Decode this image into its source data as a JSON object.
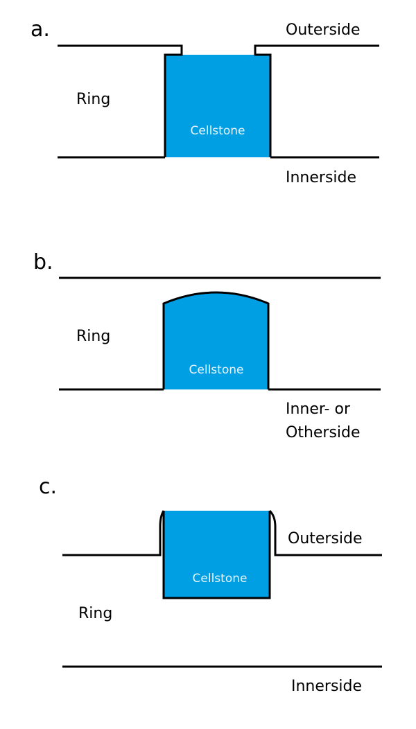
{
  "colors": {
    "cellstone_fill": "#009ee3",
    "line": "#000000",
    "cellstone_text": "#e6f6ff"
  },
  "panels": [
    {
      "id": "a",
      "label": "a.",
      "ring_label": "Ring",
      "cellstone_label": "Cellstone",
      "top_side_label": "Outerside",
      "bottom_side_label": "Innerside"
    },
    {
      "id": "b",
      "label": "b.",
      "ring_label": "Ring",
      "cellstone_label": "Cellstone",
      "bottom_side_label_line1": "Inner- or",
      "bottom_side_label_line2": "Otherside"
    },
    {
      "id": "c",
      "label": "c.",
      "ring_label": "Ring",
      "cellstone_label": "Cellstone",
      "top_side_label": "Outerside",
      "bottom_side_label": "Innerside"
    }
  ]
}
